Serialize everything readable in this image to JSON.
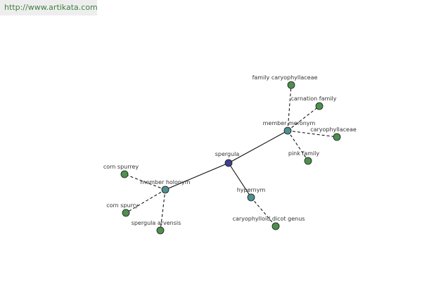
{
  "header": {
    "site_url": "http://www.artikata.com"
  },
  "colors": {
    "root_node": "#3f3f8f",
    "relation_node": "#4f8f8f",
    "leaf_node": "#4f8f4f",
    "edge": "#000000"
  },
  "graph": {
    "nodes": [
      {
        "id": "spergula",
        "label": "spergula",
        "kind": "root"
      },
      {
        "id": "member-holonym",
        "label": "member holonym",
        "kind": "relation"
      },
      {
        "id": "member-meronym",
        "label": "member meronym",
        "kind": "relation"
      },
      {
        "id": "hypernym",
        "label": "hypernym",
        "kind": "relation"
      },
      {
        "id": "corn-spurrey",
        "label": "corn spurrey",
        "kind": "leaf"
      },
      {
        "id": "corn-spurry",
        "label": "corn spurry",
        "kind": "leaf"
      },
      {
        "id": "spergula-arvensis",
        "label": "spergula arvensis",
        "kind": "leaf"
      },
      {
        "id": "family-caryophyllaceae",
        "label": "family caryophyllaceae",
        "kind": "leaf"
      },
      {
        "id": "carnation-family",
        "label": "carnation family",
        "kind": "leaf"
      },
      {
        "id": "caryophyllaceae",
        "label": "caryophyllaceae",
        "kind": "leaf"
      },
      {
        "id": "pink-family",
        "label": "pink family",
        "kind": "leaf"
      },
      {
        "id": "caryophylloid-dicot-genus",
        "label": "caryophylloid dicot genus",
        "kind": "leaf"
      }
    ],
    "edges": [
      {
        "from": "spergula",
        "to": "member-holonym",
        "style": "solid"
      },
      {
        "from": "spergula",
        "to": "member-meronym",
        "style": "solid"
      },
      {
        "from": "spergula",
        "to": "hypernym",
        "style": "solid"
      },
      {
        "from": "member-holonym",
        "to": "corn-spurrey",
        "style": "dashed"
      },
      {
        "from": "member-holonym",
        "to": "corn-spurry",
        "style": "dashed"
      },
      {
        "from": "member-holonym",
        "to": "spergula-arvensis",
        "style": "dashed"
      },
      {
        "from": "member-meronym",
        "to": "family-caryophyllaceae",
        "style": "dashed"
      },
      {
        "from": "member-meronym",
        "to": "carnation-family",
        "style": "dashed"
      },
      {
        "from": "member-meronym",
        "to": "caryophyllaceae",
        "style": "dashed"
      },
      {
        "from": "member-meronym",
        "to": "pink-family",
        "style": "dashed"
      },
      {
        "from": "hypernym",
        "to": "caryophylloid-dicot-genus",
        "style": "dashed"
      }
    ]
  }
}
